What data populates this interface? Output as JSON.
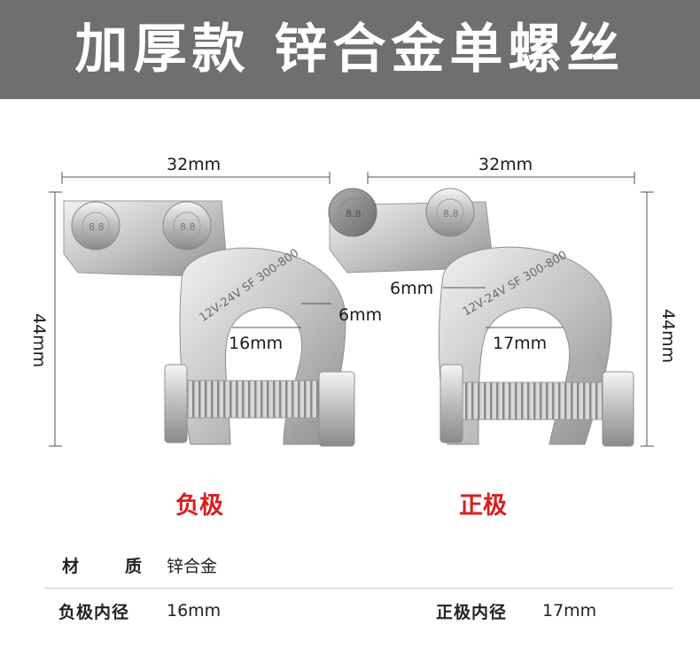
{
  "banner": {
    "title": "加厚款 锌合金单螺丝"
  },
  "dimensions": {
    "left_width": "32mm",
    "left_height": "44mm",
    "left_inner": "16mm",
    "left_wall": "6mm",
    "right_width": "32mm",
    "right_height": "44mm",
    "right_inner": "17mm",
    "right_wall": "6mm"
  },
  "engravings": {
    "left_ring": "12V-24V SF 300-800",
    "right_ring": "12V-24V SF 300-800",
    "bolt_marks": [
      "8.8",
      "8.8",
      "8.8",
      "8.8"
    ]
  },
  "poles": {
    "negative": "负极",
    "positive": "正极"
  },
  "specs": {
    "material_key_a": "材",
    "material_key_b": "质",
    "material_value": "锌合金",
    "neg_inner_key": "负极内径",
    "neg_inner_value": "16mm",
    "pos_inner_key": "正极内径",
    "pos_inner_value": "17mm"
  },
  "colors": {
    "banner_bg": "#6f6f6f",
    "pole_label": "#d81f1f",
    "metal": "#c9c9c9"
  }
}
